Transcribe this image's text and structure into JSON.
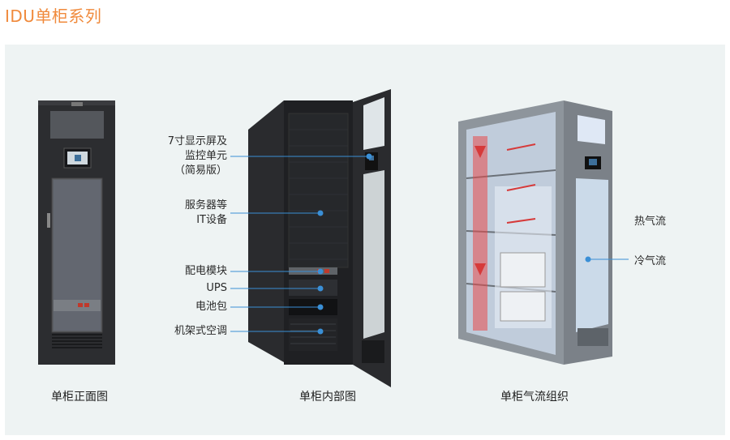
{
  "header": {
    "title": "IDU单柜系列"
  },
  "captions": {
    "front": "单柜正面图",
    "interior": "单柜内部图",
    "airflow": "单柜气流组织"
  },
  "callouts": {
    "display_line1": "7寸显示屏及",
    "display_line2": "监控单元",
    "display_line3": "（简易版）",
    "servers_line1": "服务器等",
    "servers_line2": "IT设备",
    "pdu": "配电模块",
    "ups": "UPS",
    "battery": "电池包",
    "ac": "机架式空调"
  },
  "airflow_labels": {
    "hot": "热气流",
    "cold": "冷气流"
  },
  "colors": {
    "accent": "#f08a3c",
    "callout_line": "#3a8fd6",
    "panel_bg": "#eef3f3"
  }
}
